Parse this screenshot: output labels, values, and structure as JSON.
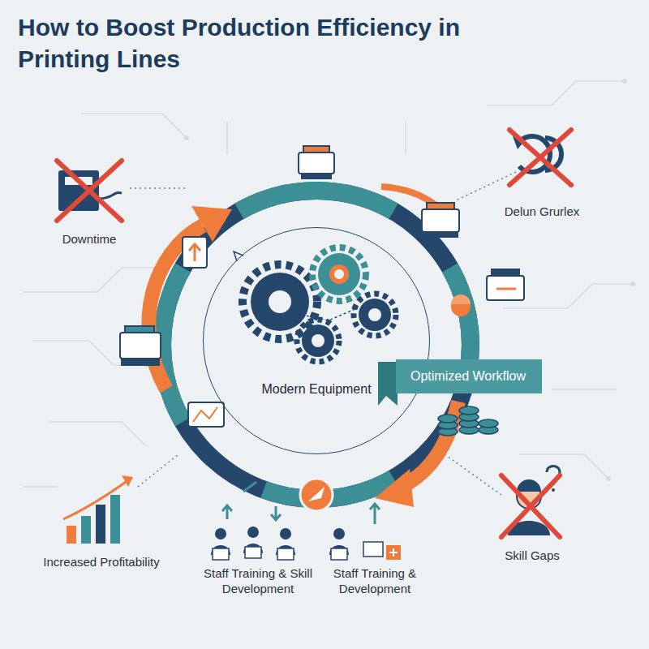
{
  "diagram": {
    "title": "How to Boost Production Efficiency in Printing Lines",
    "nodes": [
      {
        "text": [
          "Modern Equipment"
        ]
      },
      {
        "text": [
          "Optimized Workflow"
        ]
      }
    ],
    "labels": [
      "Downtime",
      "Delun Grurlex",
      "Increased Profitability",
      "Staff Training & Skill Development",
      "Staff Training & Development",
      "Skill Gaps"
    ]
  }
}
